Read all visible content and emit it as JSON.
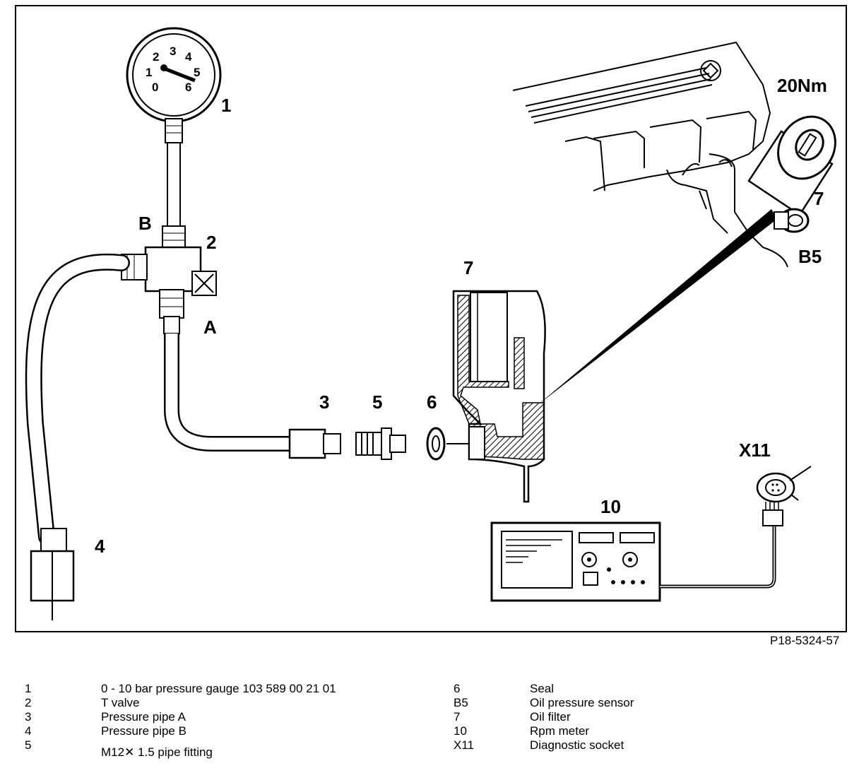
{
  "callouts": {
    "gauge": "1",
    "t_valve": "2",
    "pipe_a_part": "3",
    "pipe_b_part": "4",
    "fitting": "5",
    "seal": "6",
    "oil_filter_section": "7",
    "oil_filter_engine": "7",
    "rpm_meter": "10",
    "port_a": "A",
    "port_b": "B",
    "sensor": "B5",
    "diag_socket": "X11",
    "torque": "20Nm"
  },
  "gauge_scale": [
    "0",
    "1",
    "2",
    "3",
    "4",
    "5",
    "6"
  ],
  "figure_id": "P18-5324-57",
  "legend": {
    "left": [
      {
        "key": "1",
        "text": "0 - 10 bar pressure gauge 103 589 00 21 01"
      },
      {
        "key": "2",
        "text": "T valve"
      },
      {
        "key": "3",
        "text": "Pressure pipe A"
      },
      {
        "key": "4",
        "text": "Pressure pipe B"
      },
      {
        "key": "5",
        "text": "M12✕ 1.5 pipe fitting"
      }
    ],
    "right": [
      {
        "key": "6",
        "text": "Seal"
      },
      {
        "key": "B5",
        "text": "Oil pressure sensor"
      },
      {
        "key": "7",
        "text": "Oil filter"
      },
      {
        "key": "10",
        "text": "Rpm meter"
      },
      {
        "key": "X11",
        "text": "Diagnostic socket"
      }
    ]
  }
}
